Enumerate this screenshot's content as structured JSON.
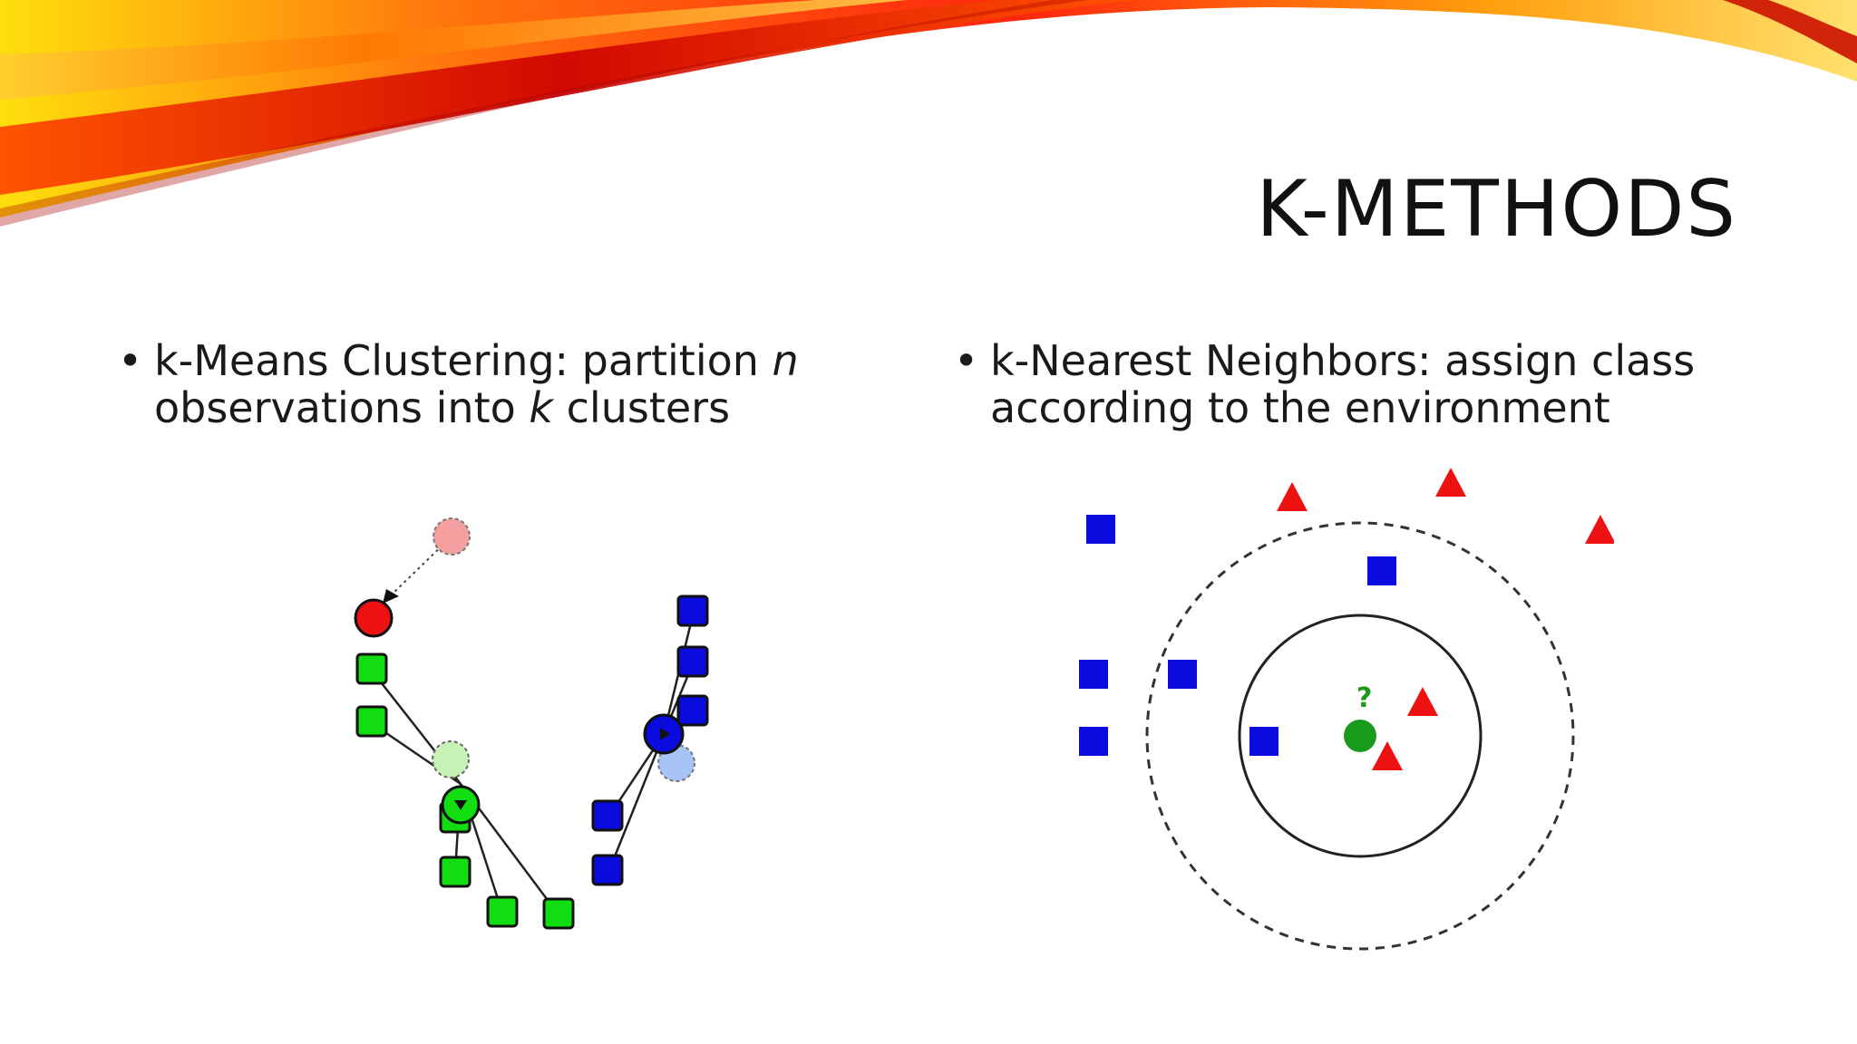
{
  "slide": {
    "title": "K-METHODS"
  },
  "bullets": {
    "left": {
      "bullet_symbol": "•",
      "text_before": "k-Means Clustering:  partition ",
      "var_n": "n",
      "text_mid": "observations into ",
      "var_k": "k",
      "text_after": " clusters"
    },
    "right": {
      "bullet_symbol": "•",
      "line1": "k-Nearest Neighbors:  assign class",
      "line2": "according to the environment"
    }
  },
  "figures": {
    "knn": {
      "query_label": "?"
    }
  },
  "colors": {
    "swoosh_dark": "#b30000",
    "swoosh_mid": "#ff3300",
    "swoosh_light": "#ffcc00",
    "red": "#ee1111",
    "green": "#11dd11",
    "blue": "#0b0bdd",
    "knn_green": "#1a9a1a"
  }
}
